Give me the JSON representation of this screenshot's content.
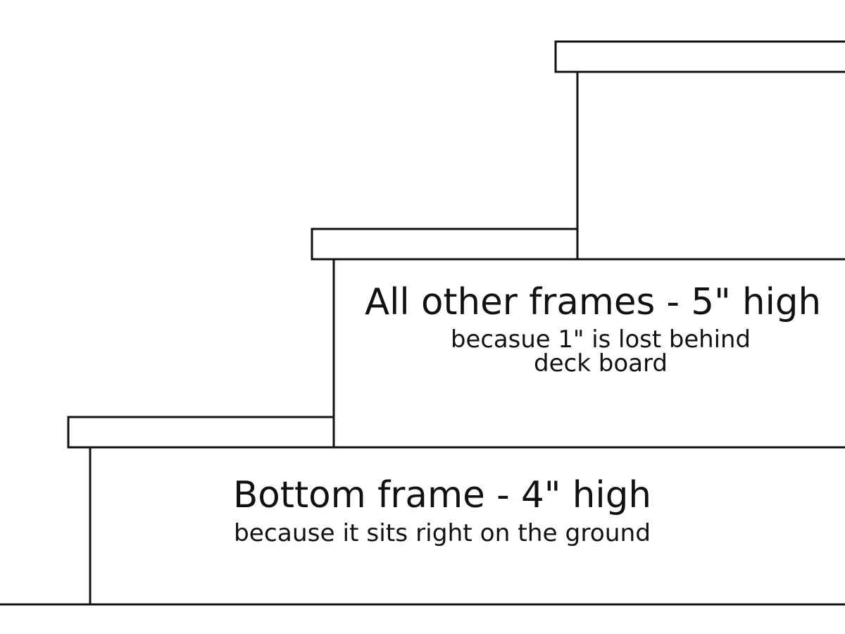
{
  "labels": {
    "upper_title": "All other frames - 5\" high",
    "upper_note_line1": "becasue 1\" is lost behind",
    "upper_note_line2": "deck board",
    "bottom_title": "Bottom frame - 4\" high",
    "bottom_note": "because it sits right on the ground"
  },
  "colors": {
    "line": "#111111",
    "background": "#ffffff"
  }
}
